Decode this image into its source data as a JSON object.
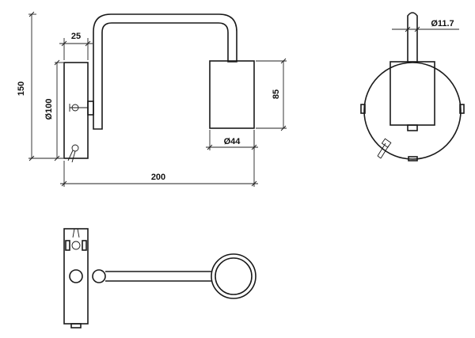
{
  "dimensions": {
    "height_total": "150",
    "backplate_depth": "25",
    "backplate_diameter": "Ø100",
    "shade_height": "85",
    "shade_diameter": "Ø44",
    "projection": "200",
    "arm_diameter": "Ø11.7"
  },
  "colors": {
    "line": "#1a1a1a",
    "background": "#ffffff"
  }
}
